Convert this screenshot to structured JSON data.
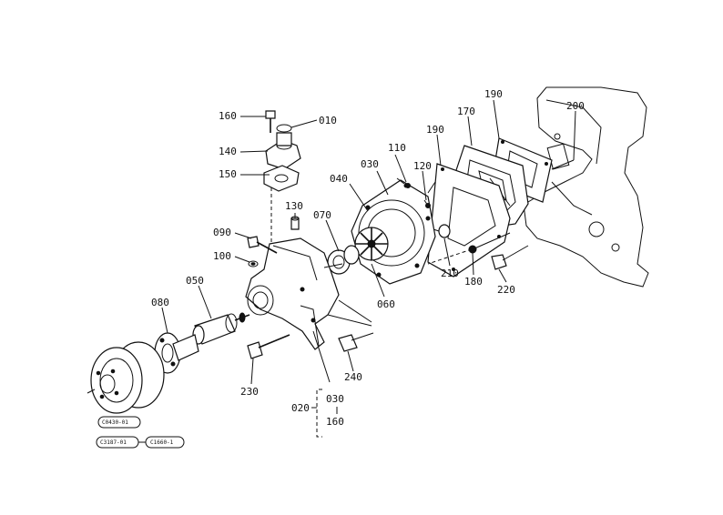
{
  "labels": {
    "p010": "010",
    "p020": "020",
    "p030": "030",
    "p030b": "030",
    "p040": "040",
    "p050": "050",
    "p060": "060",
    "p070": "070",
    "p080": "080",
    "p090": "090",
    "p100": "100",
    "p110": "110",
    "p120": "120",
    "p130": "130",
    "p140": "140",
    "p150": "150",
    "p160": "160",
    "p160b": "160",
    "p170": "170",
    "p180": "180",
    "p190a": "190",
    "p190b": "190",
    "p200": "200",
    "p210": "210",
    "p220": "220",
    "p230": "230",
    "p240": "240"
  },
  "refs": {
    "r1": "C0430-01",
    "r2": "C3187-01",
    "r3": "C1660-1"
  }
}
